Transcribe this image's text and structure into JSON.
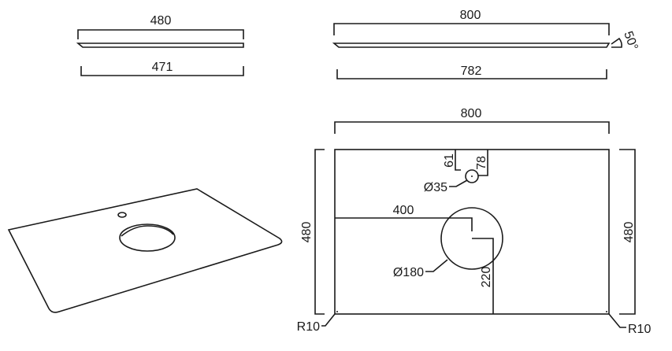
{
  "side_view_depth": {
    "top_dimension": "480",
    "bottom_dimension": "471"
  },
  "side_view_width": {
    "top_dimension": "800",
    "bottom_dimension": "782",
    "edge_angle": "50°"
  },
  "plan_view": {
    "width": "800",
    "depth_left": "480",
    "depth_right": "480",
    "tap_hole_diameter": "Ø35",
    "tap_hole_offset_a": "61",
    "tap_hole_offset_b": "78",
    "sink_center_x": "400",
    "sink_diameter": "Ø180",
    "sink_center_y": "220",
    "corner_radius_left": "R10",
    "corner_radius_right": "R10"
  }
}
